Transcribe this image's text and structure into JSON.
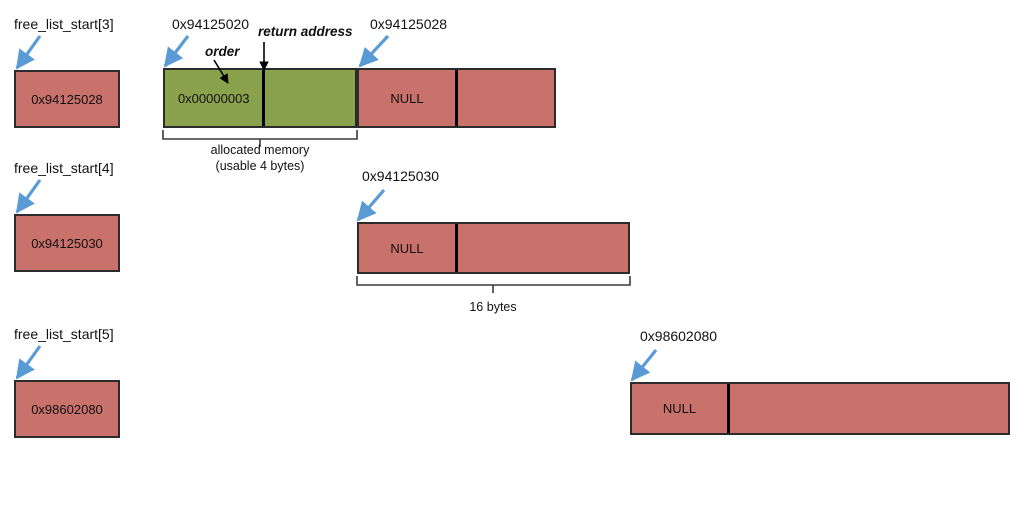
{
  "diagram": {
    "title": "buddy allocator free list diagram",
    "colors": {
      "free_block": "#c9716b",
      "allocated_block": "#8ba24c",
      "arrow_blue": "#5b9bd5",
      "arrow_black": "#000000",
      "border": "#2b2b2b"
    }
  },
  "free_list_labels": [
    {
      "name": "free-list-start-3",
      "text": "free_list_start[3]"
    },
    {
      "name": "free-list-start-4",
      "text": "free_list_start[4]"
    },
    {
      "name": "free-list-start-5",
      "text": "free_list_start[5]"
    }
  ],
  "free_list_boxes": [
    {
      "name": "free-list-box-3",
      "value": "0x94125028"
    },
    {
      "name": "free-list-box-4",
      "value": "0x94125030"
    },
    {
      "name": "free-list-box-5",
      "value": "0x98602080"
    }
  ],
  "address_callouts": [
    {
      "name": "address-0x94125020",
      "text": "0x94125020"
    },
    {
      "name": "address-0x94125028",
      "text": "0x94125028"
    },
    {
      "name": "address-0x94125030",
      "text": "0x94125030"
    },
    {
      "name": "address-0x98602080",
      "text": "0x98602080"
    }
  ],
  "field_callouts": [
    {
      "name": "order-label",
      "text": "order"
    },
    {
      "name": "return-address-label",
      "text": "return address"
    }
  ],
  "allocated_block": {
    "order_value": "0x00000003",
    "brace_label_line1": "allocated memory",
    "brace_label_line2": "(usable 4 bytes)"
  },
  "free_blocks": [
    {
      "name": "free-block-0x94125028",
      "next_pointer": "NULL"
    },
    {
      "name": "free-block-0x94125030",
      "next_pointer": "NULL",
      "size_label": "16 bytes"
    },
    {
      "name": "free-block-0x98602080",
      "next_pointer": "NULL"
    }
  ],
  "size_brace": {
    "label": "16 bytes"
  }
}
